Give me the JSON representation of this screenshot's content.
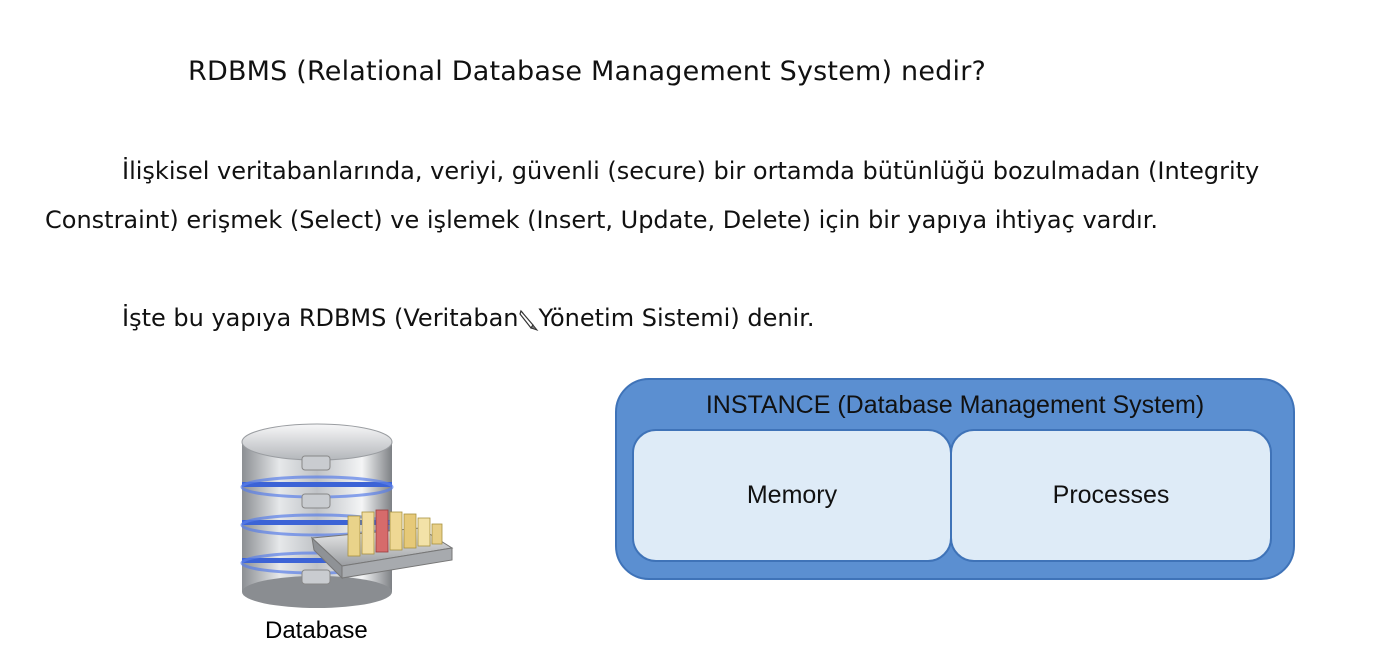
{
  "title": "RDBMS (Relational Database Management System) nedir?",
  "paragraph1": "İlişkisel veritabanlarında, veriyi, güvenli (secure) bir ortamda bütünlüğü bozulmadan (Integrity Constraint) erişmek (Select) ve işlemek (Insert, Update, Delete) için bir yapıya ihtiyaç vardır.",
  "paragraph2_before": "İşte bu yapıya RDBMS (Veritaban",
  "paragraph2_after": "Yönetim Sistemi) denir.",
  "database": {
    "label": "Database",
    "icon": "database-server-icon"
  },
  "instance": {
    "title": "INSTANCE (Database Management System)",
    "left_box": "Memory",
    "right_box": "Processes",
    "colors": {
      "outer": "#5b8fd1",
      "inner": "#deebf7",
      "border": "#3f73b8"
    }
  },
  "cursor_icon": "pen-cursor-icon"
}
